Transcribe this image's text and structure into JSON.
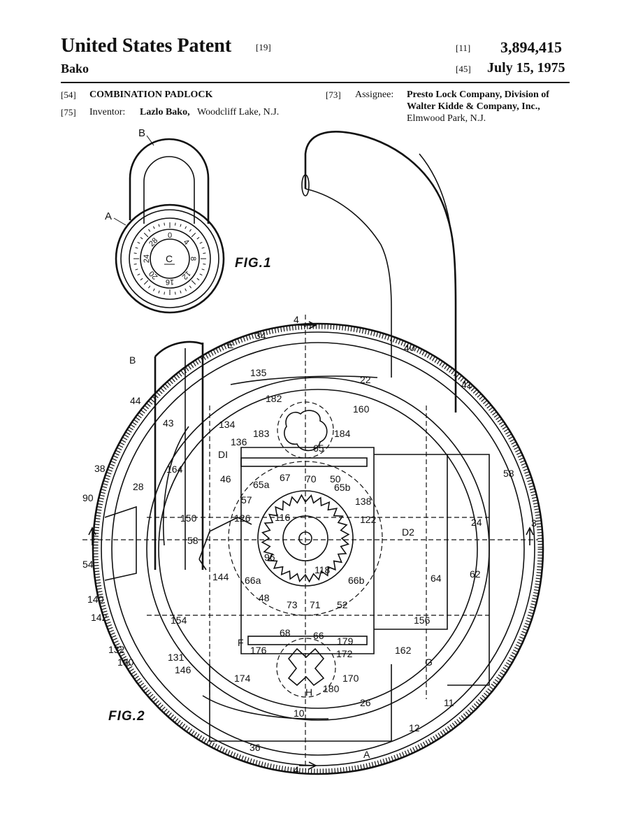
{
  "header": {
    "title": "United States Patent",
    "code_19": "[19]",
    "inventor_last": "Bako",
    "code_11": "[11]",
    "patent_number": "3,894,415",
    "code_45": "[45]",
    "patent_date": "July 15, 1975"
  },
  "fields": {
    "f54_code": "[54]",
    "f54_value": "COMBINATION PADLOCK",
    "f75_code": "[75]",
    "f75_label": "Inventor:",
    "f75_name": "Lazlo Bako,",
    "f75_location": "Woodcliff Lake, N.J.",
    "f73_code": "[73]",
    "f73_label": "Assignee:",
    "assignee_line1": "Presto Lock Company, Division of",
    "assignee_line2": "Walter Kidde & Company, Inc.,",
    "assignee_line3": "Elmwood Park, N.J."
  },
  "figures": {
    "fig1_label": "FIG.1",
    "fig2_label": "FIG.2",
    "fig1_dial_numbers": [
      "0",
      "4",
      "8",
      "12",
      "16",
      "20",
      "24",
      "28"
    ],
    "fig1_center": "C",
    "fig1_refs": [
      "A",
      "B"
    ],
    "fig2_refs": [
      "B",
      "4",
      "E",
      "34",
      "135",
      "22",
      "40",
      "41",
      "182",
      "160",
      "44",
      "43",
      "134",
      "183",
      "184",
      "136",
      "65",
      "DI",
      "38",
      "164",
      "46",
      "67",
      "70",
      "50",
      "58",
      "28",
      "65a",
      "65b",
      "90",
      "57",
      "138",
      "116",
      "122",
      "3",
      "150",
      "126",
      "24",
      "D2",
      "58",
      "54",
      "96",
      "118",
      "144",
      "66a",
      "66b",
      "64",
      "62",
      "140",
      "48",
      "73",
      "71",
      "52",
      "142",
      "154",
      "156",
      "68",
      "66",
      "179",
      "132",
      "F",
      "176",
      "172",
      "162",
      "G",
      "130",
      "131",
      "146",
      "174",
      "170",
      "H",
      "180",
      "26",
      "11",
      "10",
      "12",
      "36",
      "A",
      "4"
    ]
  }
}
